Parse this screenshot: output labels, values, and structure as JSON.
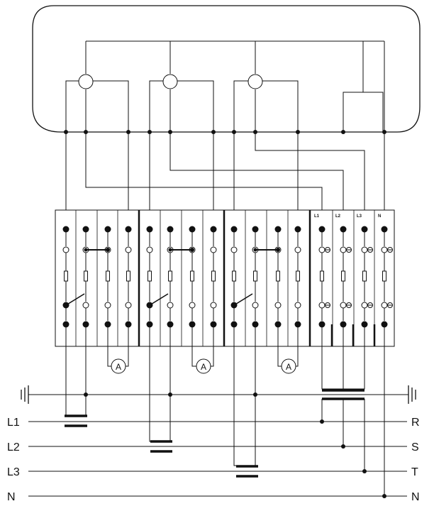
{
  "lines": {
    "left": [
      "L1",
      "L2",
      "L3",
      "N"
    ],
    "right": [
      "R",
      "S",
      "T",
      "N"
    ]
  },
  "terminals": {
    "labels": [
      "L1",
      "L2",
      "L3",
      "N"
    ]
  },
  "ammeter": {
    "symbol": "A",
    "count": 3
  },
  "colors": {
    "ink": "#111111",
    "background": "#ffffff"
  }
}
